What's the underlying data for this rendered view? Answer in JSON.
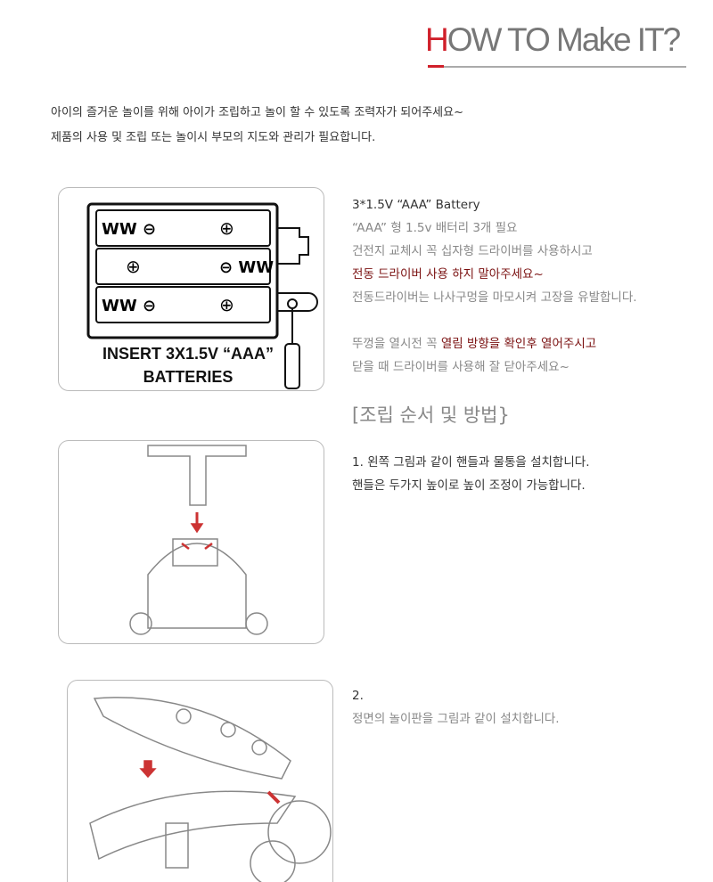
{
  "header": {
    "title_first": "H",
    "title_rest": "OW TO Make IT?"
  },
  "intro": [
    "아이의 즐거운 놀이를 위해 아이가 조립하고 놀이 할 수 있도록 조력자가 되어주세요~",
    "제품의 사용 및 조립 또는 놀이시 부모의 지도와 관리가 필요합니다."
  ],
  "battery": {
    "image_label_1": "INSERT 3X1.5V “AAA”",
    "image_label_2": "BATTERIES",
    "heading": "3*1.5V “AAA” Battery",
    "line1": " “AAA” 형 1.5v 배터리 3개 필요",
    "line2": "건전지 교체시 꼭 십자형 드라이버를 사용하시고",
    "line3": "전동 드라이버 사용 하지 말아주세요~",
    "line4": "전동드라이버는 나사구멍을 마모시켜 고장을 유발합니다.",
    "line5_a": "뚜껑을 열시전 꼭 ",
    "line5_b": "열림 방향을 확인후 열어주시고",
    "line6": "닫을 때 드라이버를 사용해 잘 닫아주세요~"
  },
  "section_title": "[조립 순서 및 방법}",
  "steps": [
    {
      "line1": "1. 왼쪽 그림과 같이 핸들과 물통을 설치합니다.",
      "line2": "핸들은 두가지 높이로 높이 조정이 가능합니다."
    },
    {
      "line1": "2.",
      "line2": "정면의 놀이판을 그림과 같이 설치합니다."
    }
  ],
  "colors": {
    "accent": "#d0202a",
    "warning": "#7a1010"
  }
}
